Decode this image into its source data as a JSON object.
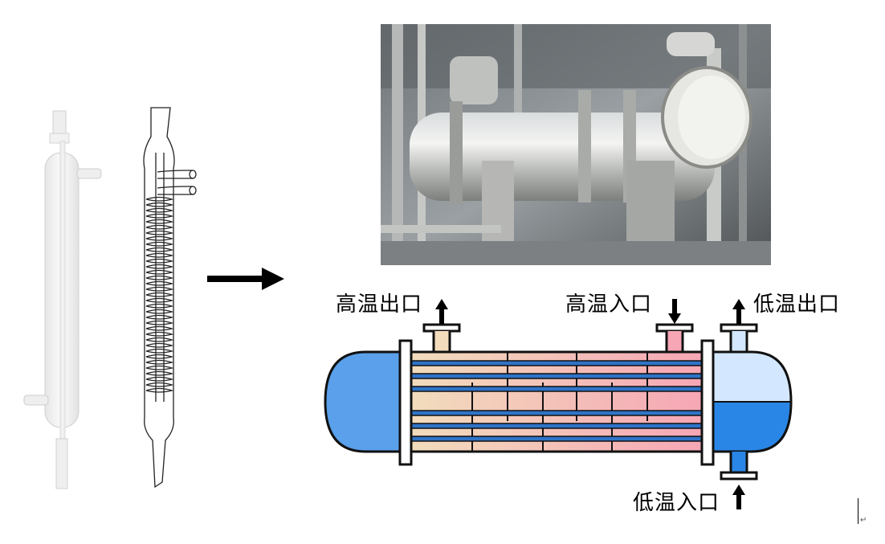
{
  "labels": {
    "hot_outlet": "高温出口",
    "hot_inlet": "高温入口",
    "cold_outlet": "低温出口",
    "cold_inlet": "低温入口"
  },
  "colors": {
    "tube_blue": "#2f73c7",
    "shell_warm": "#f0d7b4",
    "shell_hot": "#f3a9b8",
    "left_head": "#5aa0ea",
    "right_head_top": "#cfe6ff",
    "right_head_bottom": "#2a86e6"
  },
  "cursor_glyph": "↵"
}
